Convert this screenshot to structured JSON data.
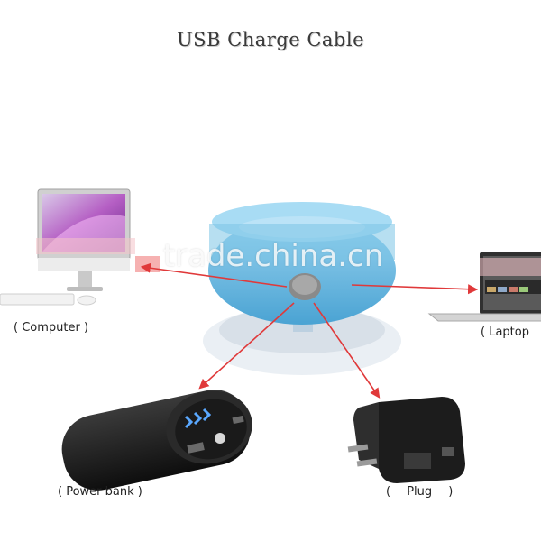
{
  "title": "USB Charge Cable",
  "watermark": "trade.china.cn",
  "labels": {
    "computer": "( Computer )",
    "laptop": "( Laptop",
    "power_bank": "( Power bank )",
    "plug": "( Plug )"
  },
  "colors": {
    "speaker": "#7cc4e6",
    "arrow": "#e0393a",
    "device_black": "#1c1c1c"
  }
}
